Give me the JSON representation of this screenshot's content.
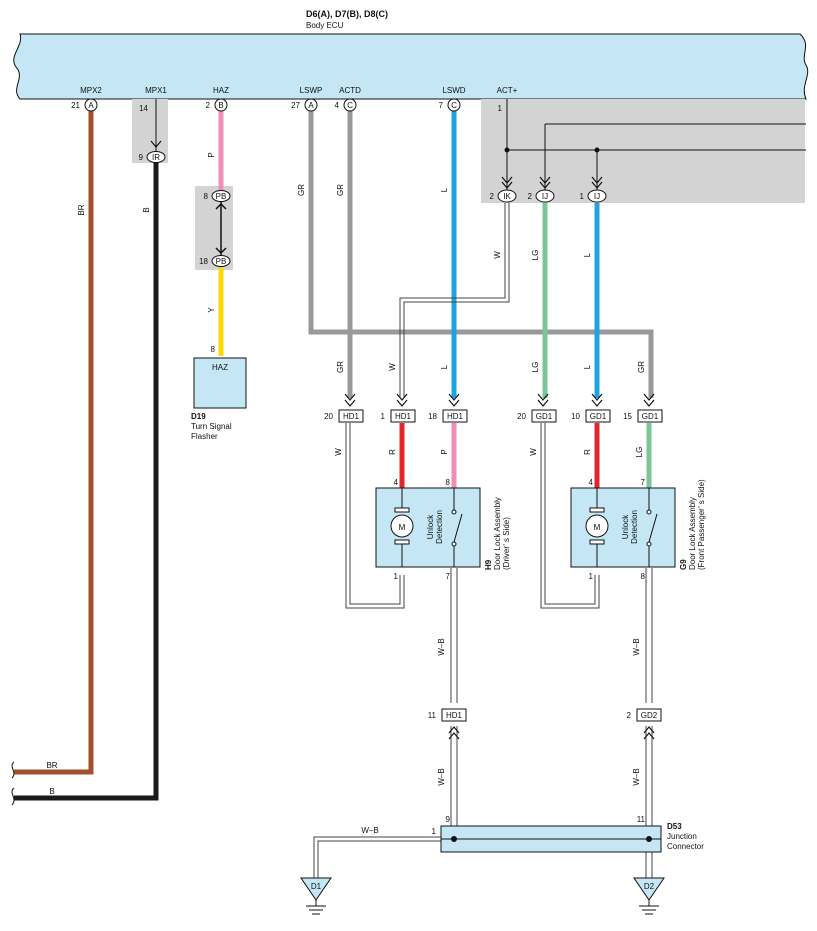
{
  "ecu": {
    "code": "D6(A), D7(B), D8(C)",
    "name": "Body ECU"
  },
  "terminals": {
    "mpx2": {
      "signal": "MPX2",
      "pin": "21",
      "conn": "A"
    },
    "mpx1": {
      "signal": "MPX1",
      "pin": "14"
    },
    "haz": {
      "signal": "HAZ",
      "pin": "2",
      "conn": "B"
    },
    "lswp": {
      "signal": "LSWP",
      "pin": "27",
      "conn": "A"
    },
    "actd": {
      "signal": "ACTD",
      "pin": "4",
      "conn": "C"
    },
    "lswd": {
      "signal": "LSWD",
      "pin": "7",
      "conn": "C"
    },
    "actp": {
      "signal": "ACT+",
      "pin": "1"
    }
  },
  "junctions": {
    "ir": {
      "pin": "9",
      "label": "IR"
    },
    "pb_top": {
      "pin": "8",
      "label": "PB"
    },
    "pb_bot": {
      "pin": "18",
      "label": "PB"
    },
    "ik": {
      "pin": "2",
      "label": "IK"
    },
    "ij1": {
      "pin": "2",
      "label": "IJ"
    },
    "ij2": {
      "pin": "1",
      "label": "IJ"
    }
  },
  "wire_colors": {
    "br": "BR",
    "b": "B",
    "p": "P",
    "y": "Y",
    "gr": "GR",
    "l": "L",
    "w": "W",
    "lg": "LG",
    "r": "R",
    "wb": "W–B"
  },
  "colors": {
    "ecu_fill": "#c5e6f5",
    "shade": "#d3d3d3",
    "brown": "#a0522d",
    "black": "#1a1a1a",
    "pink": "#f28cb8",
    "yellow": "#ffd700",
    "gray": "#999999",
    "blue": "#1ca3e3",
    "green": "#7ac696",
    "red": "#e3262c"
  },
  "flasher": {
    "pin": "8",
    "label": "HAZ",
    "code": "D19",
    "name_line1": "Turn Signal",
    "name_line2": "Flasher"
  },
  "hd1_connectors": [
    {
      "pin": "20",
      "label": "HD1"
    },
    {
      "pin": "1",
      "label": "HD1"
    },
    {
      "pin": "18",
      "label": "HD1"
    }
  ],
  "gd1_connectors": [
    {
      "pin": "20",
      "label": "GD1"
    },
    {
      "pin": "10",
      "label": "GD1"
    },
    {
      "pin": "15",
      "label": "GD1"
    }
  ],
  "door_driver": {
    "code": "H9",
    "name_line1": "Door Lock Assembly",
    "name_line2": "(Driver’ s Side)",
    "motor": "M",
    "det_line1": "Unlock",
    "det_line2": "Detection",
    "pin_m": "4",
    "pin_sw": "8",
    "pin_m2": "1",
    "pin_sw2": "7"
  },
  "door_pass": {
    "code": "G9",
    "name_line1": "Door Lock Assembly",
    "name_line2": "(Front Passenger’ s Side)",
    "motor": "M",
    "det_line1": "Unlock",
    "det_line2": "Detection",
    "pin_m": "4",
    "pin_sw": "7",
    "pin_m2": "1",
    "pin_sw2": "8"
  },
  "hd1_bottom": {
    "pin": "11",
    "label": "HD1"
  },
  "gd2_bottom": {
    "pin": "2",
    "label": "GD2"
  },
  "junction_connector": {
    "code": "D53",
    "name_line1": "Junction",
    "name_line2": "Connector",
    "pin_left": "9",
    "pin_right": "11",
    "pin_ground": "1"
  },
  "grounds": {
    "d1": "D1",
    "d2": "D2"
  }
}
